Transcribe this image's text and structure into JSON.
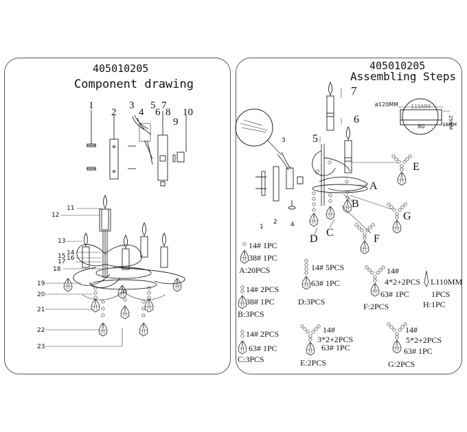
{
  "left": {
    "code": "405010205",
    "title": "Component drawing",
    "top_numbers": [
      "1",
      "2",
      "3",
      "4",
      "5",
      "6",
      "7",
      "8",
      "9",
      "10"
    ],
    "side_numbers": [
      "11",
      "12",
      "13",
      "14",
      "15",
      "16",
      "17",
      "18",
      "19",
      "20",
      "21",
      "22",
      "23"
    ]
  },
  "right": {
    "code": "405010205",
    "title": "Assembling Steps",
    "diameter": "ø120MM",
    "width_mm": "115MM",
    "dim_80": "80",
    "dim_15": "15MM",
    "dim_25": "25MM",
    "steps": [
      "1",
      "2",
      "3",
      "4",
      "5",
      "6",
      "7"
    ],
    "letters": [
      "A",
      "B",
      "C",
      "D",
      "E",
      "F",
      "G"
    ],
    "specs": {
      "A": {
        "l1": "14# 1PC",
        "l2": "38# 1PC",
        "name": "A:20PCS"
      },
      "B": {
        "l1": "14# 2PCS",
        "l2": "38# 1PC",
        "name": "B:3PCS"
      },
      "C": {
        "l1": "14# 2PCS",
        "l2": "63# 1PC",
        "name": "C:3PCS"
      },
      "D": {
        "l1": "14# 5PCS",
        "l2": "63# 1PC",
        "name": "D:3PCS"
      },
      "E": {
        "l1": "14#",
        "l2": "3*2+2PCS",
        "l3": "63# 1PC",
        "name": "E:2PCS"
      },
      "F": {
        "l1": "14#",
        "l2": "4*2+2PCS",
        "l3": "63# 1PC",
        "name": "F:2PCS"
      },
      "G": {
        "l1": "14#",
        "l2": "5*2+2PCS",
        "l3": "63# 1PC",
        "name": "G:2PCS"
      },
      "H": {
        "l1": "L110MM",
        "l2": "1PCS",
        "name": "H:1PC"
      }
    }
  }
}
